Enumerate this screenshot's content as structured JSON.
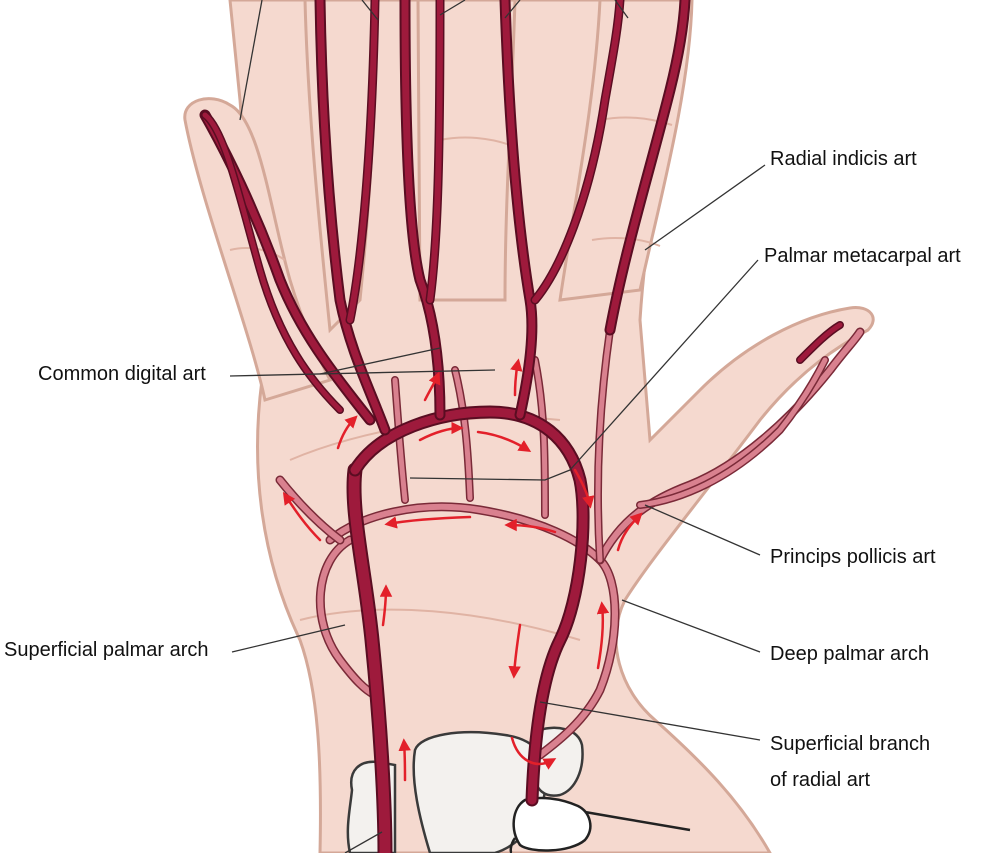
{
  "diagram": {
    "labels": {
      "radial_indicis": "Radial indicis art",
      "palmar_metacarpal": "Palmar metacarpal art",
      "common_digital": "Common digital art",
      "princeps_pollicis": "Princips pollicis art",
      "superficial_palmar_arch": "Superficial palmar arch",
      "deep_palmar_arch": "Deep palmar arch",
      "superficial_branch_line1": "Superficial branch",
      "superficial_branch_line2": "of radial art"
    },
    "colors": {
      "skin": "#f5d9cf",
      "skin_outline": "#d4a898",
      "skin_shade": "#e8c2b4",
      "artery_dark": "#9e1a3c",
      "artery_outline": "#5a0d22",
      "artery_light": "#d9818f",
      "flow_arrow": "#e3202a",
      "bone": "#f3f1ee",
      "leader_line": "#333333"
    },
    "icons": {
      "flow": "arrow-icon"
    }
  }
}
